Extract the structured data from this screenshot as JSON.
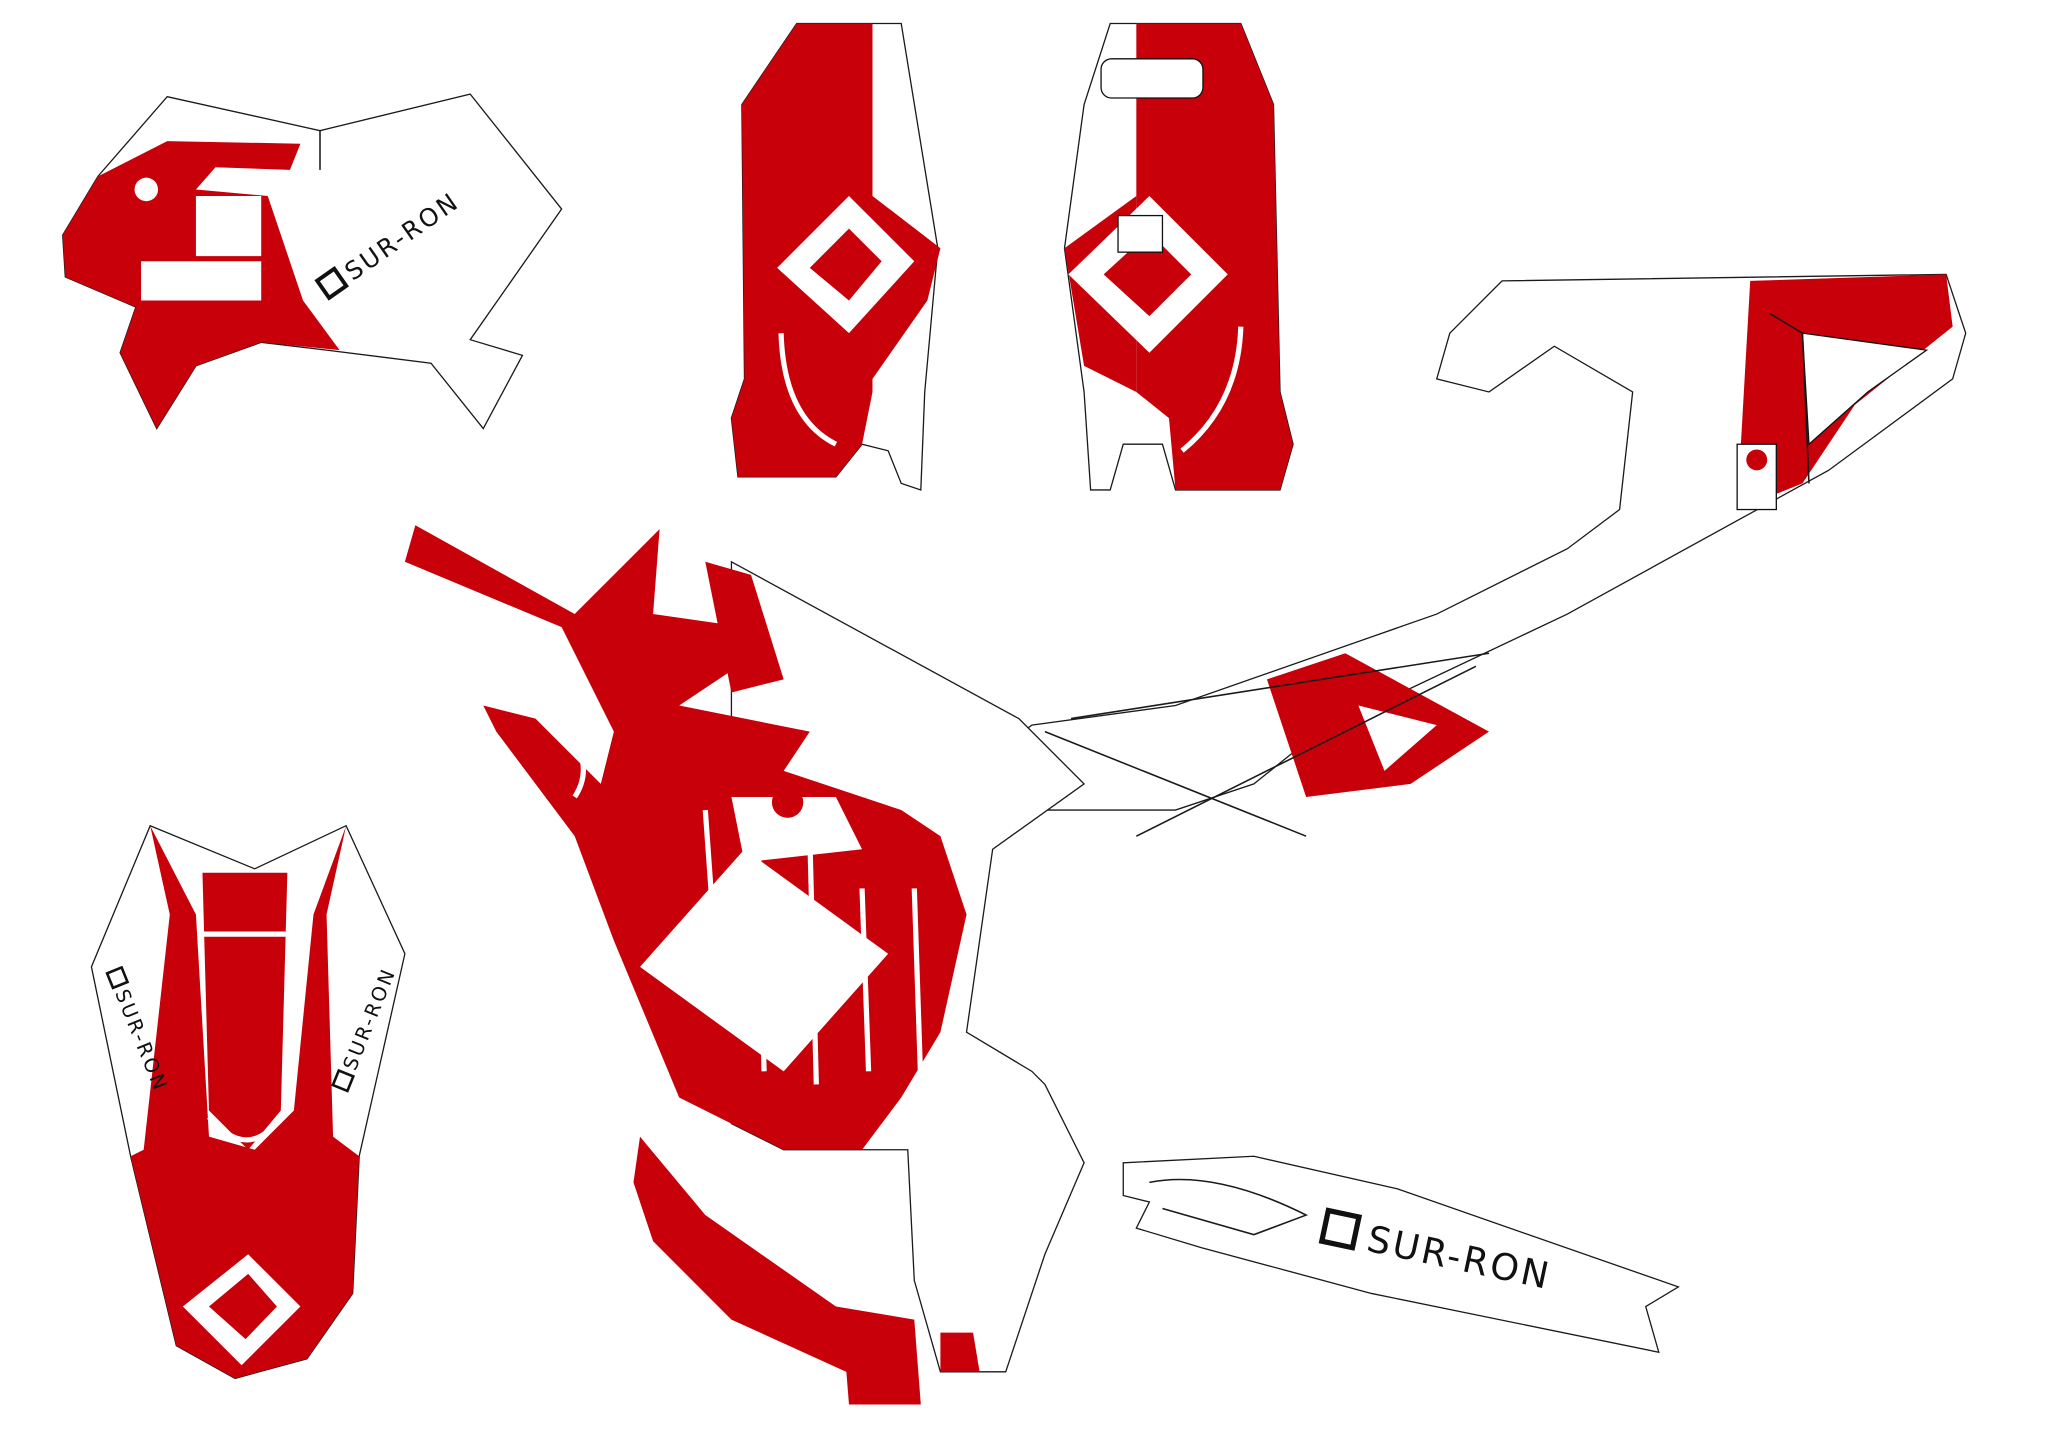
{
  "design": {
    "brand_text": "SUR-RON",
    "colors": {
      "primary": "#c8000a",
      "background": "#ffffff",
      "outline": "#1a1a1a"
    },
    "pieces": [
      {
        "name": "headlight-plate",
        "logo_text": "SUR-RON"
      },
      {
        "name": "fork-guard-left"
      },
      {
        "name": "fork-guard-right"
      },
      {
        "name": "rear-side-panel"
      },
      {
        "name": "main-frame-panel"
      },
      {
        "name": "front-fender",
        "logo_texts": [
          "SUR-RON",
          "SUR-RON"
        ]
      },
      {
        "name": "lower-frame-strip"
      },
      {
        "name": "swingarm",
        "logo_text": "SUR-RON"
      }
    ]
  }
}
